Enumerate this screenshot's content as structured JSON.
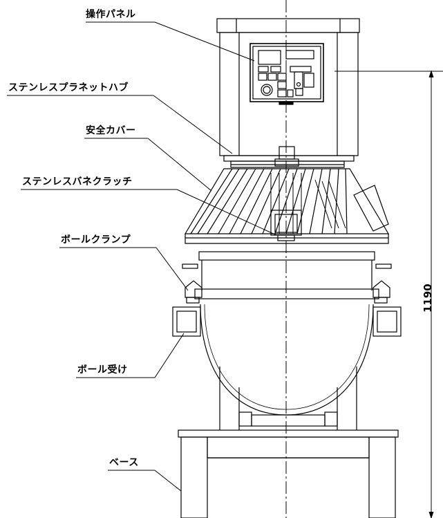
{
  "labels": {
    "control_panel": "操作パネル",
    "planet_hub": "ステンレスプラネットハブ",
    "safety_cover": "安全カバー",
    "spring_clutch": "ステンレスバネクラッチ",
    "bowl_clamp": "ボールクランプ",
    "bowl_holder": "ボール受け",
    "base": "ベース"
  },
  "dimension": {
    "height": "1190"
  }
}
